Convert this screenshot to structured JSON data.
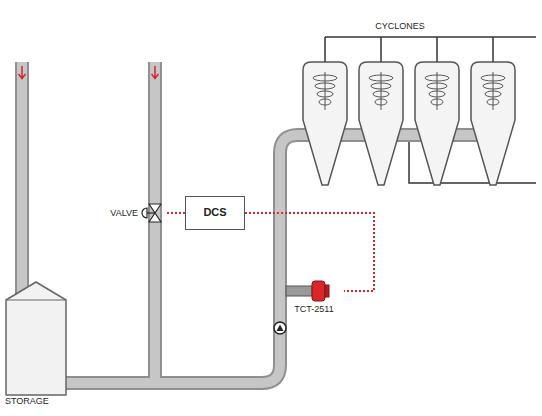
{
  "diagram": {
    "nodes": [
      {
        "text": [
          "VALVE"
        ]
      },
      {
        "text": [
          "DCS"
        ]
      },
      {
        "text": [
          "TCT-2511"
        ]
      },
      {
        "text": [
          "STORAGE"
        ]
      }
    ],
    "edges": [
      {
        "from": 1,
        "to": 0,
        "arrow": "none"
      },
      {
        "from": 1,
        "to": 2,
        "arrow": "none"
      }
    ],
    "labels": [
      "CYCLONES"
    ]
  }
}
